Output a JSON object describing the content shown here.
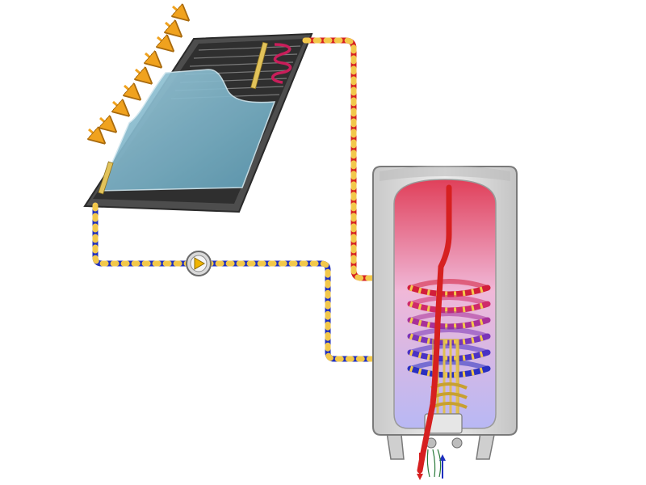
{
  "diagram": {
    "title": "",
    "components": [
      {
        "id": "sun-rays",
        "icon": "sun-ray-arrow-icon",
        "count": 9
      },
      {
        "id": "solar-collector",
        "icon": "flat-plate-collector"
      },
      {
        "id": "circulation-pump",
        "icon": "pump-icon"
      },
      {
        "id": "hot-water-tank",
        "icon": "storage-tank-cutaway"
      },
      {
        "id": "heat-exchanger-coil",
        "icon": "coil-icon"
      },
      {
        "id": "electric-heater",
        "icon": "heating-element-icon"
      }
    ],
    "flows": [
      {
        "id": "hot-supply",
        "color": "#d62020"
      },
      {
        "id": "cold-return",
        "color": "#1f2fbf"
      }
    ]
  },
  "colors": {
    "hot_pipe": "#d62020",
    "cold_pipe": "#1f2fbf",
    "pipe_dash": "#f2c84b",
    "collector_frame": "#4d4d4d",
    "glass": "#7fb7cc",
    "tank_shell": "#d8d8d8",
    "arrow": "#f0a21e"
  }
}
